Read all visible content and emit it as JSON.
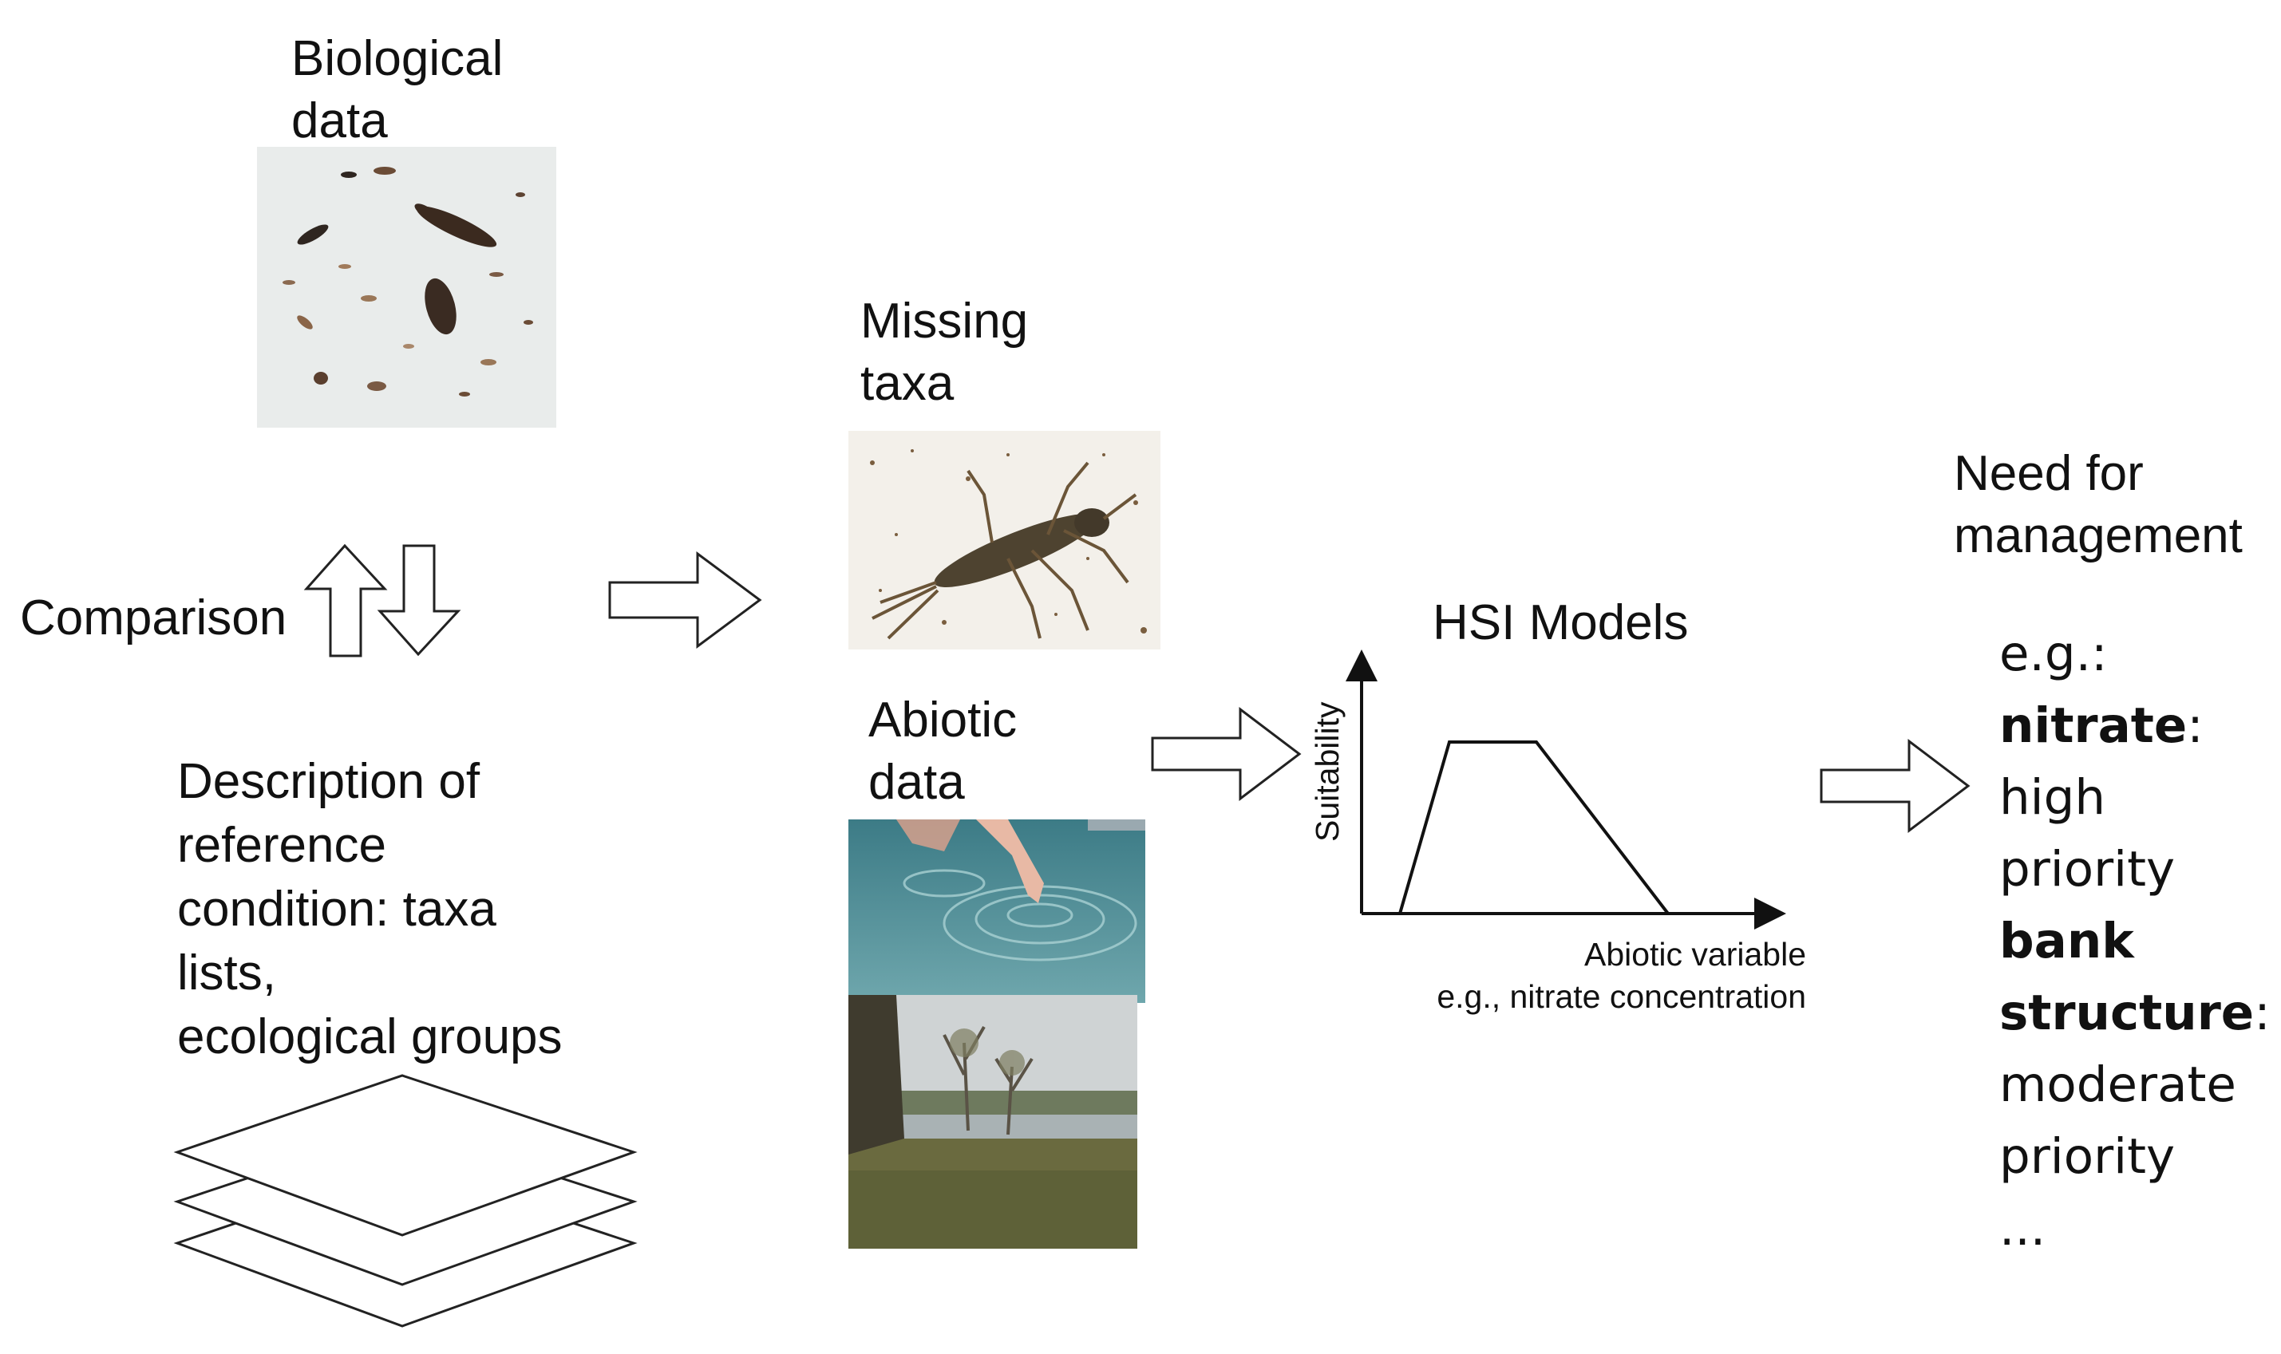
{
  "labels": {
    "biological_data": "Biological\ndata",
    "comparison": "Comparison",
    "reference_description": "Description of\nreference\ncondition: taxa\nlists,\necological groups",
    "missing_taxa": "Missing\ntaxa",
    "abiotic_data": "Abiotic\ndata",
    "hsi_models": "HSI Models",
    "need_for_management": "Need for\nmanagement"
  },
  "hsi_chart": {
    "y_label": "Suitability",
    "x_label_line1": "Abiotic variable",
    "x_label_line2": "e.g., nitrate concentration"
  },
  "management": {
    "eg": "e.g.:",
    "item1_term": "nitrate",
    "item1_sep": ":",
    "item1_priority_line1": "high",
    "item1_priority_line2": "priority",
    "item2_term_line1": "bank",
    "item2_term_line2": "structure",
    "item2_sep": ":",
    "item2_priority_line1": "moderate",
    "item2_priority_line2": "priority",
    "ellipsis": "..."
  },
  "images": {
    "biological_sample": "photo-invertebrate-sample",
    "missing_taxon": "photo-mayfly-larva",
    "water_sampling": "photo-water-sampling",
    "river_landscape": "photo-river-bank"
  }
}
